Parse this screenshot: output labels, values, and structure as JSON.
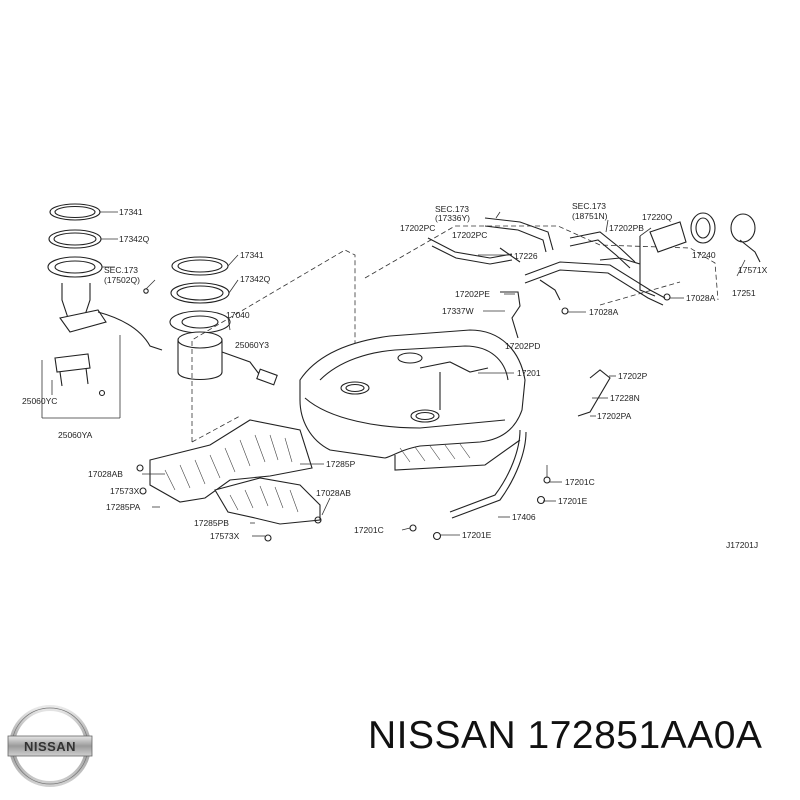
{
  "brand": "NISSAN",
  "part_number": "NISSAN 172851AA0A",
  "diagram_code": "J17201J",
  "labels": {
    "p17341_a": "17341",
    "p17342q_a": "17342Q",
    "p17341_b": "17341",
    "p17342q_b": "17342Q",
    "sec173_17502q": "SEC.173\n(17502Q)",
    "p17040": "17040",
    "p25060y3": "25060Y3",
    "p25060yc": "25060YC",
    "p25060ya": "25060YA",
    "sec173_17336y": "SEC.173\n(17336Y)",
    "p17202pc_a": "17202PC",
    "p17202pc_b": "17202PC",
    "p17226": "17226",
    "sec173_18751n": "SEC.173\n(18751N)",
    "p17202pb": "17202PB",
    "p17220q": "17220Q",
    "p17240": "17240",
    "p17571x": "17571X",
    "p17202pe": "17202PE",
    "p17337w": "17337W",
    "p17028a_a": "17028A",
    "p17028a_b": "17028A",
    "p17251": "17251",
    "p17202pd": "17202PD",
    "p17201": "17201",
    "p17202p": "17202P",
    "p17228n": "17228N",
    "p17202pa": "17202PA",
    "p17028ab_a": "17028AB",
    "p17285p": "17285P",
    "p17573x_a": "17573X",
    "p17285pa": "17285PA",
    "p17028ab_b": "17028AB",
    "p17285pb": "17285PB",
    "p17573x_b": "17573X",
    "p17201c_a": "17201C",
    "p17201e_a": "17201E",
    "p17406": "17406",
    "p17201c_b": "17201C",
    "p17201e_b": "17201E"
  }
}
